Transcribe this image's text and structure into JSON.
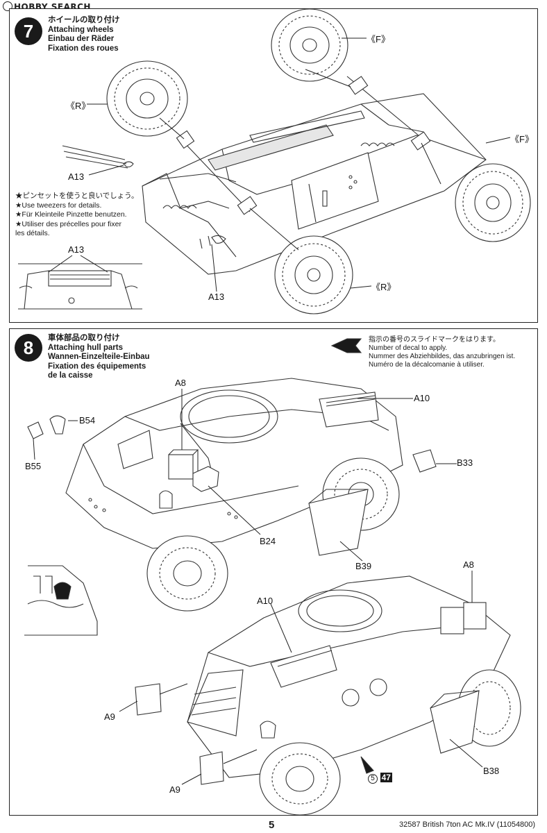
{
  "watermark": "HOBBY SEARCH",
  "step7": {
    "number": "7",
    "title_ja": "ホイールの取り付け",
    "title_en": "Attaching wheels",
    "title_de": "Einbau der Räder",
    "title_fr": "Fixation des roues",
    "tips": [
      "★ピンセットを使うと良いでしょう。",
      "★Use tweezers for details.",
      "★Für Kleinteile Pinzette benutzen.",
      "★Utiliser des précelles pour fixer",
      "les détails."
    ],
    "labels": {
      "f_top": "《F》",
      "f_right": "《F》",
      "r_left": "《R》",
      "r_bottom": "《R》",
      "a13_left": "A13",
      "a13_bottom": "A13",
      "a13_inset": "A13"
    }
  },
  "step8": {
    "number": "8",
    "title_ja": "車体部品の取り付け",
    "title_en": "Attaching hull parts",
    "title_de": "Wannen-Einzelteile-Einbau",
    "title_fr1": "Fixation des équipements",
    "title_fr2": "de la caisse",
    "decal_note": [
      "指示の番号のスライドマークをはります。",
      "Number of decal to apply.",
      "Nummer des Abziehbildes, das anzubringen ist.",
      "Numéro de la décalcomanie à utiliser."
    ],
    "labels": {
      "a8_top": "A8",
      "a10_top": "A10",
      "b54": "B54",
      "b55": "B55",
      "b33": "B33",
      "b24": "B24",
      "b39": "B39",
      "a10_bottom": "A10",
      "a8_bottom": "A8",
      "a9_left": "A9",
      "a9_bottom": "A9",
      "b38": "B38",
      "decal_ref_circle": "5",
      "decal_ref_num": "47"
    }
  },
  "footer": {
    "page": "5",
    "product": "32587  British 7ton AC Mk.IV (11054800)"
  }
}
